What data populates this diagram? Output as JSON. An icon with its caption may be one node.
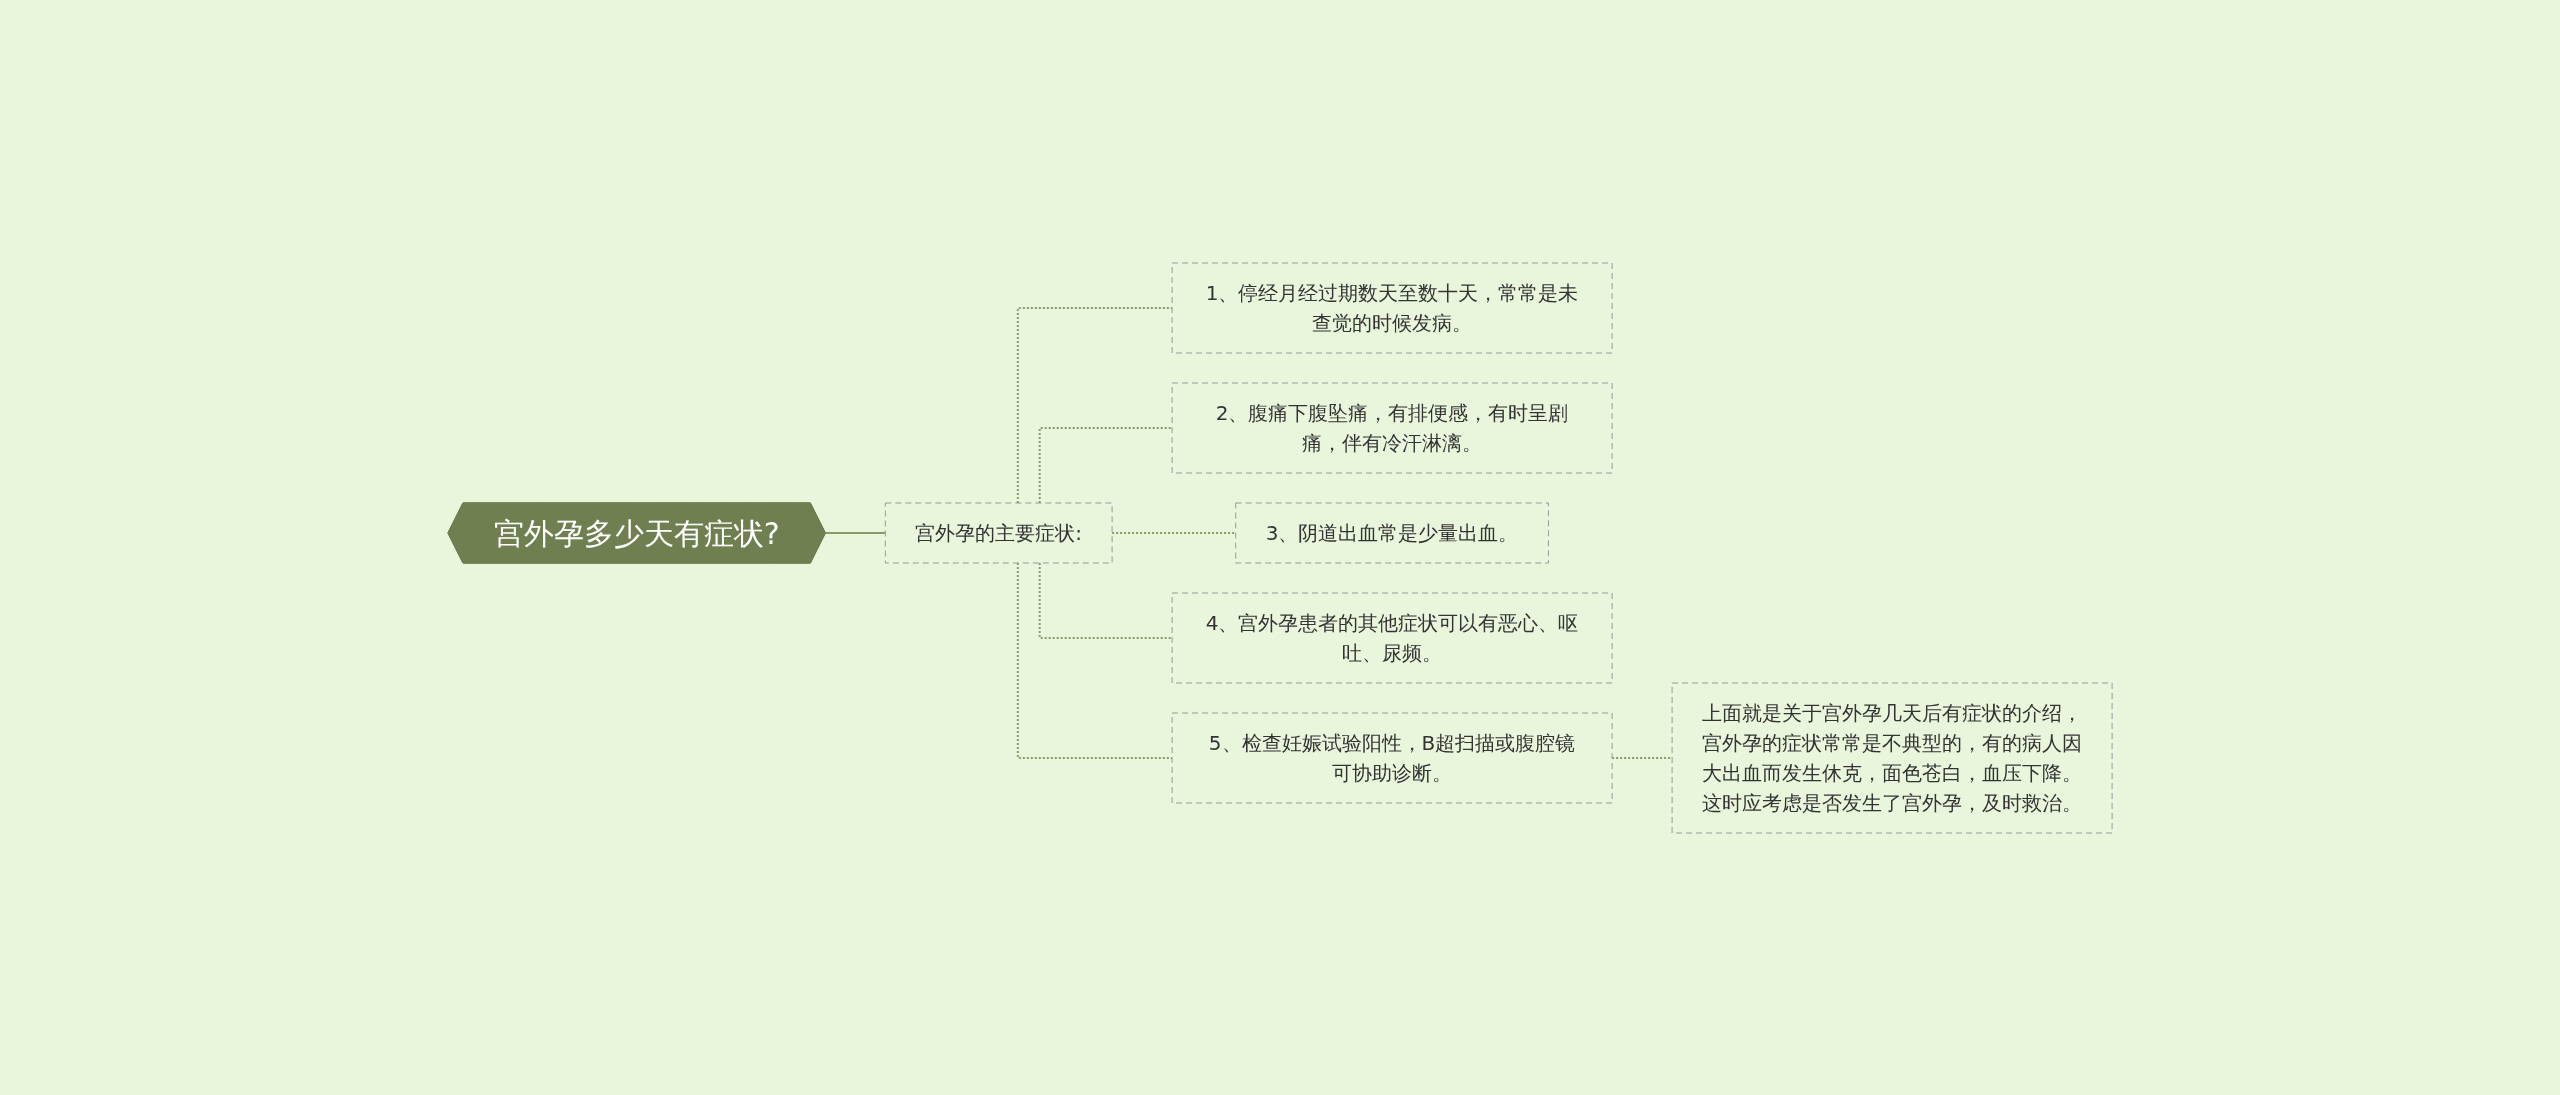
{
  "diagram": {
    "nodes": [
      {
        "text": [
          "宫外孕多少天有症状?"
        ]
      },
      {
        "text": [
          "宫外孕的主要症状:"
        ]
      },
      {
        "text": [
          "1、停经月经过期数天至数十天，常常是未查觉的时候发病。"
        ]
      },
      {
        "text": [
          "2、腹痛下腹坠痛，有排便感，有时呈剧痛，伴有冷汗淋漓。"
        ]
      },
      {
        "text": [
          "3、阴道出血常是少量出血。"
        ]
      },
      {
        "text": [
          "4、宫外孕患者的其他症状可以有恶心、呕吐、尿频。"
        ]
      },
      {
        "text": [
          "5、检查妊娠试验阳性，B超扫描或腹腔镜可协助诊断。"
        ]
      },
      {
        "text": [
          "上面就是关于宫外孕几天后有症状的介绍，宫外孕的症状常常是不典型的，有的病人因大出血而发生休克，面色苍白，血压下降。这时应考虑是否发生了宫外孕，及时救治。"
        ]
      }
    ],
    "edges": [
      {
        "from": 0,
        "to": 1,
        "arrow": "none"
      },
      {
        "from": 1,
        "to": 2,
        "arrow": "none",
        "style": "dashed"
      },
      {
        "from": 1,
        "to": 3,
        "arrow": "none",
        "style": "dashed"
      },
      {
        "from": 1,
        "to": 4,
        "arrow": "none",
        "style": "dashed"
      },
      {
        "from": 1,
        "to": 5,
        "arrow": "none",
        "style": "dashed"
      },
      {
        "from": 1,
        "to": 6,
        "arrow": "none",
        "style": "dashed"
      },
      {
        "from": 6,
        "to": 7,
        "arrow": "none",
        "style": "dashed"
      }
    ]
  }
}
